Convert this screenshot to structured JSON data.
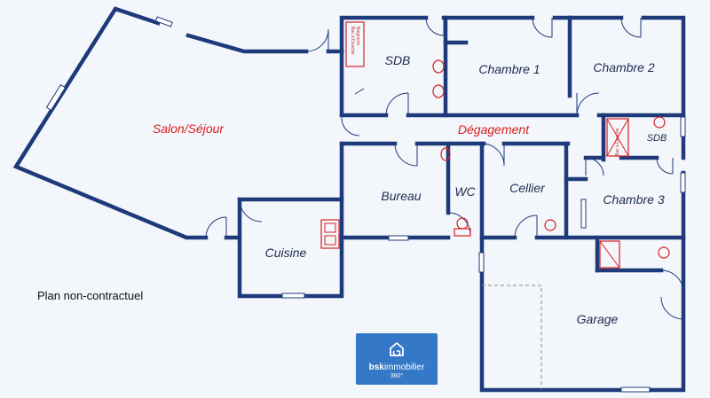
{
  "rooms": {
    "salon": "Salon/Séjour",
    "sdb1": "SDB",
    "chambre1": "Chambre 1",
    "chambre2": "Chambre 2",
    "degagement": "Dégagement",
    "sdb2": "SDB",
    "bureau": "Bureau",
    "wc": "WC",
    "cellier": "Cellier",
    "chambre3": "Chambre 3",
    "cuisine": "Cuisine",
    "garage": "Garage"
  },
  "fixtures": {
    "bath1": "Baignoire",
    "shower1": "Bac à Douche",
    "shower2": "Bac à Douche"
  },
  "disclaimer": "Plan non-contractuel",
  "logo": {
    "brand_bold": "bsk",
    "brand_rest": "immobilier",
    "sub": "360°"
  },
  "colors": {
    "wall": "#1e3a7b",
    "accent": "#d82020",
    "logo_bg": "#3578c7"
  }
}
